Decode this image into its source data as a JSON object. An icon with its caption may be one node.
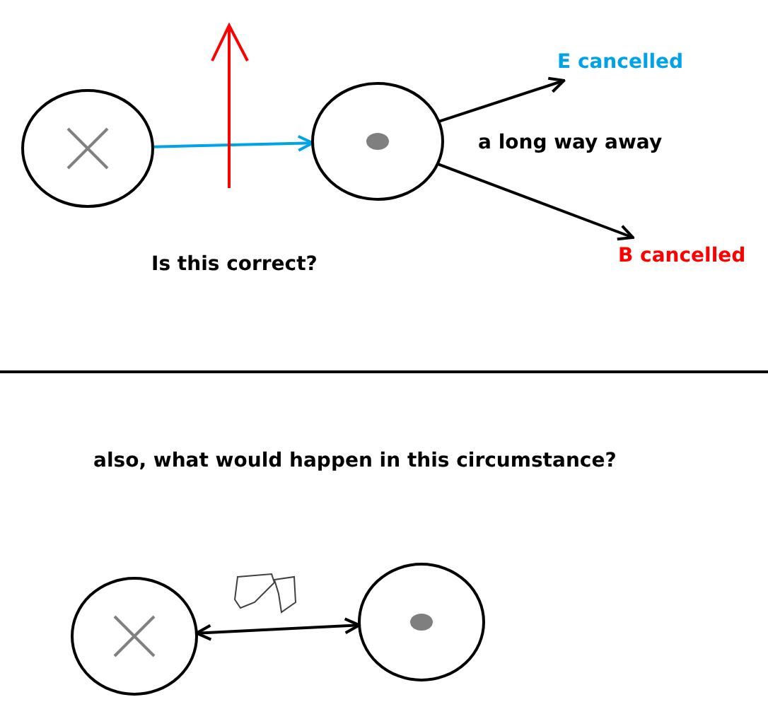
{
  "diagram": {
    "nodes": [
      {
        "text": [],
        "shape": "circle"
      },
      {
        "text": [],
        "shape": "circle"
      },
      {
        "text": [
          "E cancelled"
        ]
      },
      {
        "text": [
          "B cancelled"
        ]
      },
      {
        "text": [],
        "shape": "circle"
      },
      {
        "text": [],
        "shape": "circle"
      }
    ],
    "edges": [
      {
        "from": 0,
        "to": 1,
        "arrow": "to",
        "color": "#00a2e8"
      },
      {
        "from": 1,
        "to": 2,
        "arrow": "to"
      },
      {
        "from": 1,
        "to": 3,
        "arrow": "to"
      },
      {
        "from": 4,
        "to": 5,
        "arrow": "both"
      }
    ],
    "labels": [
      "a long way away",
      "Is this correct?",
      "also, what would happen in this circumstance?"
    ]
  }
}
